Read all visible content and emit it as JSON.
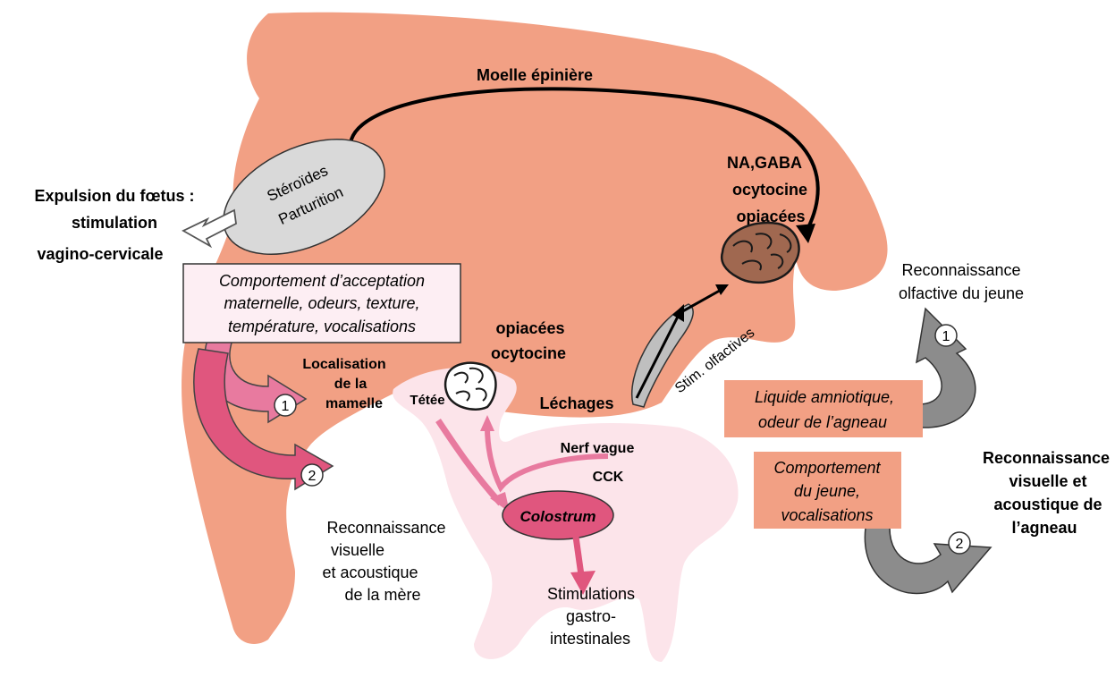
{
  "colors": {
    "ewe_body": "#f2a084",
    "ewe_outline": "#c9a08c",
    "lamb_body": "#fce4ea",
    "pink_arrow": "#e87a9f",
    "dark_pink": "#e0567e",
    "grey_shape": "#d9d9d9",
    "grey_arrow": "#8c8c8c",
    "box_salmon": "#f2a084",
    "box_light": "#fdeef3"
  },
  "labels": {
    "moelle": "Moelle épinière",
    "steroides": "Stéroïdes",
    "parturition": "Parturition",
    "expulsion_line1": "Expulsion du fœtus :",
    "expulsion_line2": "stimulation",
    "expulsion_line3": "vagino-cervicale",
    "na_gaba": "NA,GABA",
    "ocytocine_brain": "ocytocine",
    "opiacees_brain": "opiacées",
    "stim_olfactives": "Stim. olfactives",
    "opiacees_lamb": "opiacées",
    "ocytocine_lamb": "ocytocine",
    "localisation_line1": "Localisation",
    "localisation_line2": "de la",
    "localisation_line3": "mamelle",
    "tetee": "Tétée",
    "lechages": "Léchages",
    "nerf_vague": "Nerf vague",
    "cck": "CCK",
    "colostrum": "Colostrum",
    "stim_gastro_line1": "Stimulations",
    "stim_gastro_line2": "gastro-",
    "stim_gastro_line3": "intestinales",
    "reco_mere_line1": "Reconnaissance",
    "reco_mere_line2": "visuelle",
    "reco_mere_line3": "et acoustique",
    "reco_mere_line4": "de la mère",
    "reco_olf_line1": "Reconnaissance",
    "reco_olf_line2": "olfactive du jeune",
    "reco_vis_line1": "Reconnaissance",
    "reco_vis_line2": "visuelle et",
    "reco_vis_line3": "acoustique de",
    "reco_vis_line4": "l’agneau",
    "num_1": "1",
    "num_2": "2"
  },
  "boxes": {
    "acceptation": [
      "Comportement d’acceptation",
      "maternelle, odeurs, texture,",
      "température, vocalisations"
    ],
    "liquide": [
      "Liquide amniotique,",
      "odeur de l’agneau"
    ],
    "comportement_jeune": [
      "Comportement",
      "du jeune,",
      "vocalisations"
    ]
  }
}
